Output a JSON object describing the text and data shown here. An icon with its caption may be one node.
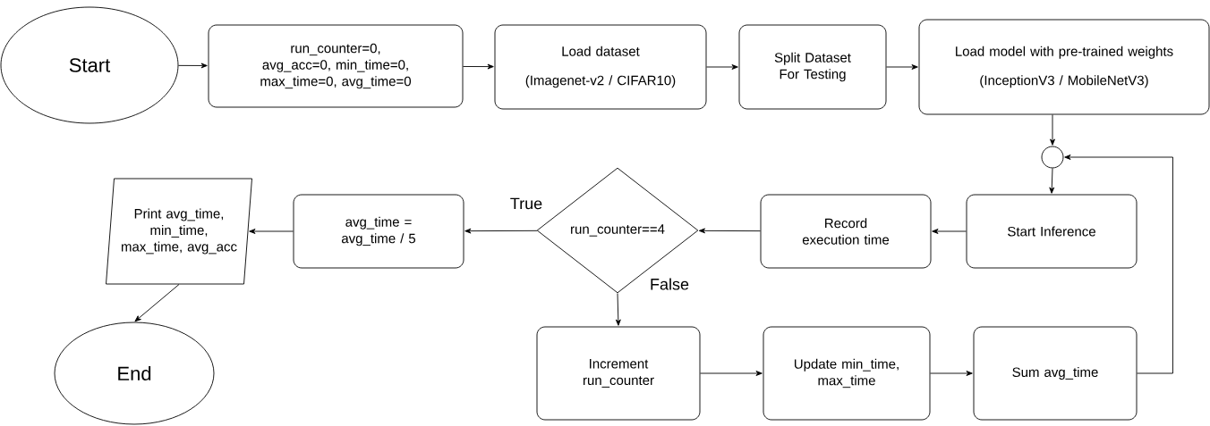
{
  "diagram": {
    "nodes": [
      {
        "text": [
          "Start"
        ]
      },
      {
        "text": [
          "run_counter=0, avg_acc=0, min_time=0, max_time=0, avg_time=0"
        ]
      },
      {
        "text": [
          "Load dataset",
          "(Imagenet-v2 / CIFAR10)"
        ]
      },
      {
        "text": [
          "Split Dataset For Testing"
        ]
      },
      {
        "text": [
          "Load model with pre-trained weights",
          "(InceptionV3 / MobileNetV3)"
        ]
      },
      {
        "text": [],
        "shape": "circle"
      },
      {
        "text": [
          "Start Inference"
        ]
      },
      {
        "text": [
          "Record execution time"
        ]
      },
      {
        "text": [
          "run_counter==4"
        ]
      },
      {
        "text": [
          "avg_time = avg_time / 5"
        ]
      },
      {
        "text": [
          "Print avg_time, min_time, max_time, avg_acc"
        ]
      },
      {
        "text": [
          "End"
        ]
      },
      {
        "text": [
          "Increment run_counter"
        ]
      },
      {
        "text": [
          "Update min_time, max_time"
        ]
      },
      {
        "text": [
          "Sum avg_time"
        ]
      }
    ],
    "edges": [
      {
        "from": 0,
        "to": 1,
        "arrow": "to"
      },
      {
        "from": 1,
        "to": 2,
        "arrow": "to"
      },
      {
        "from": 2,
        "to": 3,
        "arrow": "to"
      },
      {
        "from": 3,
        "to": 4,
        "arrow": "to"
      },
      {
        "from": 4,
        "to": 5,
        "arrow": "to"
      },
      {
        "from": 5,
        "to": 6,
        "arrow": "to"
      },
      {
        "from": 6,
        "to": 7,
        "arrow": "to"
      },
      {
        "from": 7,
        "to": 8,
        "arrow": "to"
      },
      {
        "from": 8,
        "to": 9,
        "arrow": "to",
        "label": "True"
      },
      {
        "from": 9,
        "to": 10,
        "arrow": "to"
      },
      {
        "from": 10,
        "to": 11,
        "arrow": "to"
      },
      {
        "from": 8,
        "to": 12,
        "arrow": "to",
        "label": "False"
      },
      {
        "from": 12,
        "to": 13,
        "arrow": "to"
      },
      {
        "from": 13,
        "to": 14,
        "arrow": "to"
      },
      {
        "from": 14,
        "to": 5,
        "arrow": "to"
      }
    ]
  }
}
